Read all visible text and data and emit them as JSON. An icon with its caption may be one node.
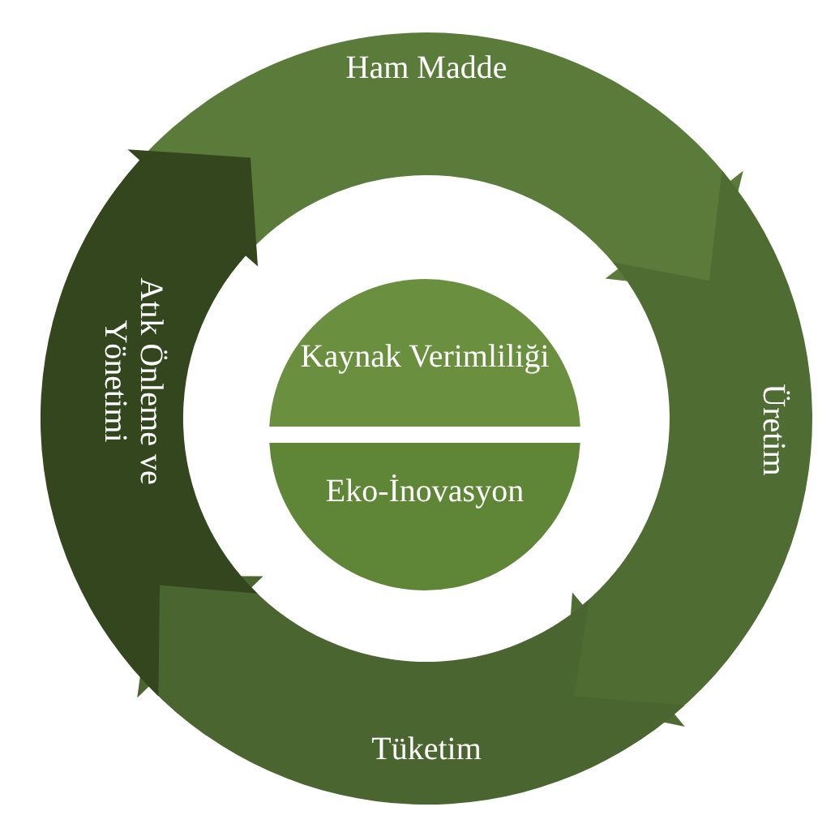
{
  "diagram": {
    "nodes": [
      {
        "text": [
          "Ham Madde"
        ]
      },
      {
        "text": [
          "Üretim"
        ]
      },
      {
        "text": [
          "Tüketim"
        ]
      },
      {
        "text": [
          "Atık Önleme ve Yönetimi"
        ]
      },
      {
        "text": [
          "Kaynak Verimliliği"
        ]
      },
      {
        "text": [
          "Eko-İnovasyon"
        ]
      }
    ]
  }
}
